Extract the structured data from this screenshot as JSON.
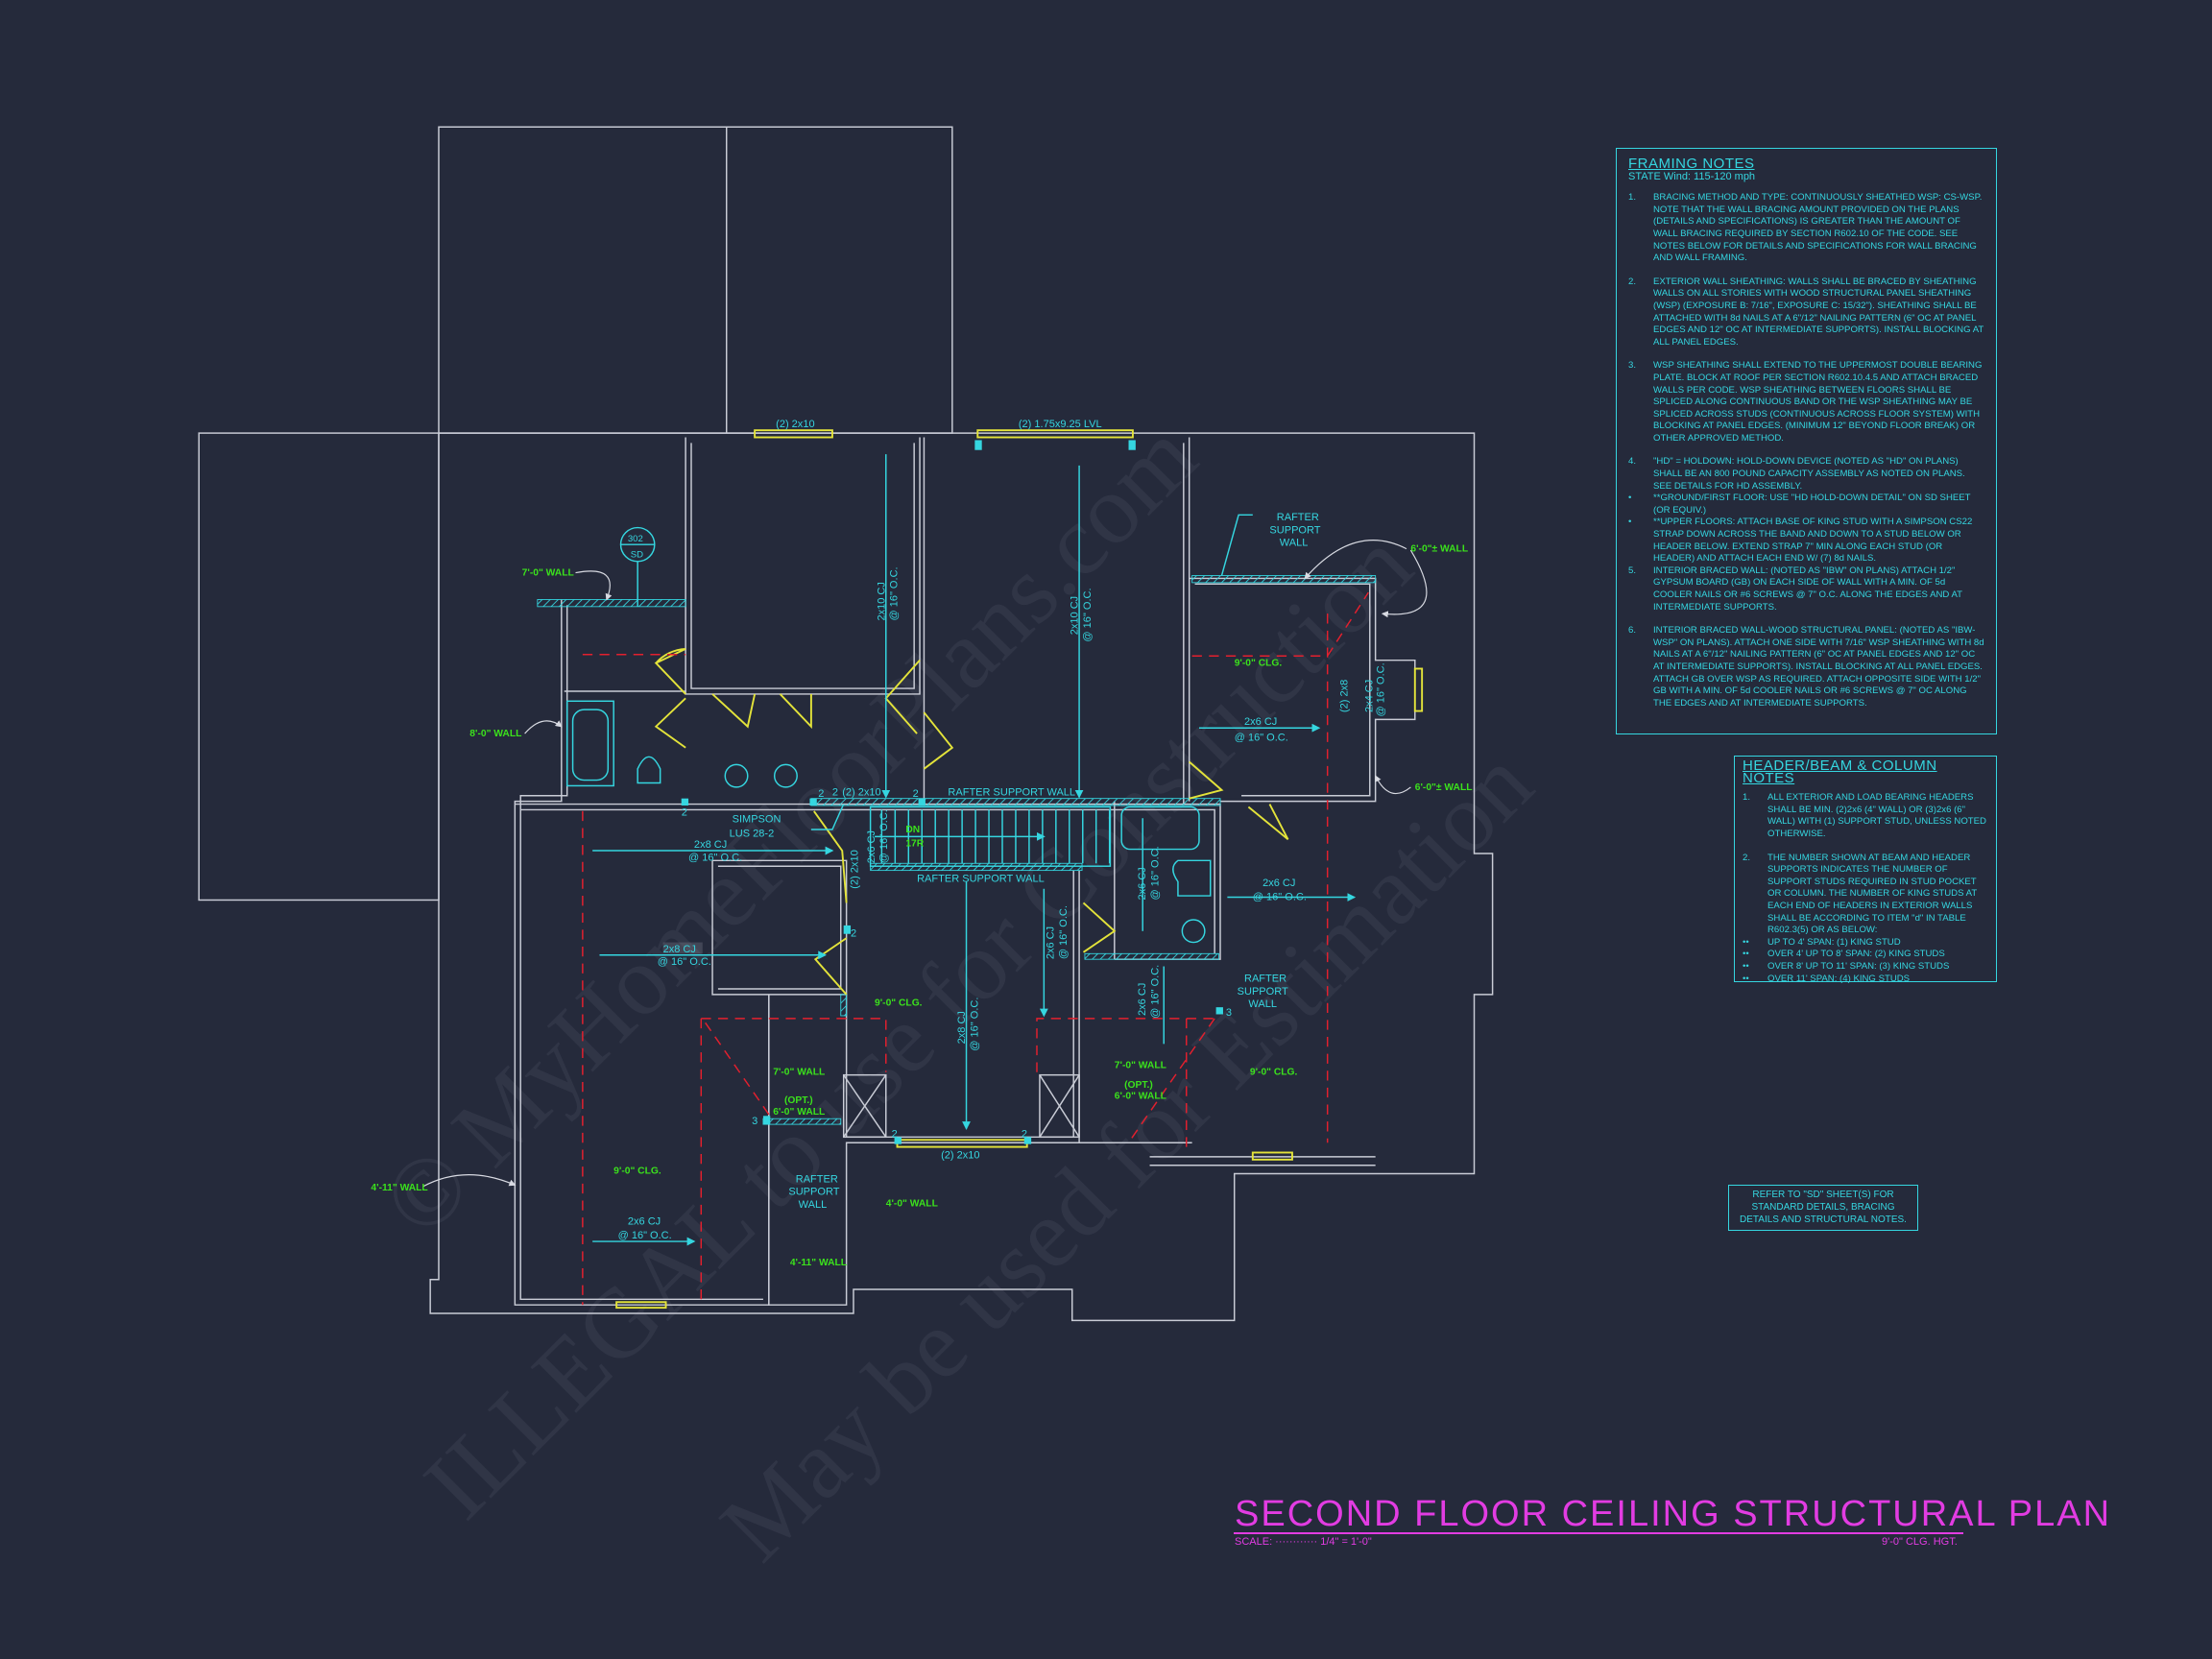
{
  "watermark": [
    "© MyHomeFloorPlans.com",
    "ILLEGAL to use for Construction",
    "May be used for Estimation"
  ],
  "plan": {
    "labels": [
      "(2) 2x10",
      "(2) 1.75x9.25 LVL",
      "302",
      "SD",
      "7'-0\" WALL",
      "8'-0\" WALL",
      "2x10 CJ",
      "@ 16\" O.C.",
      "2x10 CJ",
      "@ 16\" O.C.",
      "RAFTER",
      "SUPPORT",
      "WALL",
      "6'-0\"± WALL",
      "9'-0\" CLG.",
      "(2) 2x8",
      "2x4 CJ",
      "@ 16\" O.C.",
      "2x6 CJ",
      "@ 16\" O.C.",
      "6'-0\"± WALL",
      "(2) 2x10",
      "RAFTER SUPPORT WALL",
      "SIMPSON",
      "LUS 28-2",
      "2x8 CJ",
      "@ 16\" O.C.",
      "(2) 2x10",
      "2x6 CJ",
      "@ 16\" O.C.",
      "DN",
      "17R",
      "RAFTER SUPPORT WALL",
      "2x6 CJ",
      "@ 16\" O.C.",
      "2x6 CJ",
      "@ 16\" O.C.",
      "2x8 CJ",
      "@ 16\" O.C.",
      "2x6 CJ",
      "@ 16\" O.C.",
      "2x6 CJ",
      "@ 16\" O.C.",
      "RAFTER",
      "SUPPORT",
      "WALL",
      "9'-0\" CLG.",
      "2x8 CJ",
      "@ 16\" O.C.",
      "7'-0\" WALL",
      "(OPT.)",
      "6'-0\" WALL",
      "7'-0\" WALL",
      "(OPT.)",
      "6'-0\" WALL",
      "9'-0\" CLG.",
      "(2) 2x10",
      "4'-0\" WALL",
      "RAFTER",
      "SUPPORT",
      "WALL",
      "9'-0\" CLG.",
      "2x6 CJ",
      "@ 16\" O.C.",
      "4'-11\" WALL",
      "4'-11\" WALL",
      "2",
      "2",
      "2",
      "2",
      "2",
      "2",
      "2",
      "3",
      "3"
    ]
  },
  "framing_notes": {
    "title": "FRAMING NOTES",
    "subtitle": "STATE Wind: 115-120 mph",
    "items": [
      {
        "n": "1.",
        "text": "BRACING METHOD AND TYPE: CONTINUOUSLY SHEATHED WSP: CS-WSP. NOTE THAT THE WALL BRACING AMOUNT PROVIDED ON THE PLANS (DETAILS AND SPECIFICATIONS) IS GREATER THAN THE AMOUNT OF WALL BRACING REQUIRED BY SECTION R602.10 OF THE CODE. SEE NOTES BELOW FOR DETAILS AND SPECIFICATIONS FOR WALL BRACING AND WALL FRAMING."
      },
      {
        "n": "2.",
        "text": "EXTERIOR WALL SHEATHING: WALLS SHALL BE BRACED BY SHEATHING WALLS ON ALL STORIES WITH WOOD STRUCTURAL PANEL SHEATHING (WSP) (EXPOSURE B: 7/16\", EXPOSURE C: 15/32\"). SHEATHING SHALL BE ATTACHED WITH 8d NAILS AT A 6\"/12\" NAILING PATTERN (6\" OC AT PANEL EDGES AND 12\" OC AT INTERMEDIATE SUPPORTS). INSTALL BLOCKING AT ALL PANEL EDGES."
      },
      {
        "n": "3.",
        "text": "WSP SHEATHING SHALL EXTEND TO THE UPPERMOST DOUBLE BEARING PLATE. BLOCK AT ROOF PER SECTION R602.10.4.5 AND ATTACH BRACED WALLS PER CODE. WSP SHEATHING BETWEEN FLOORS SHALL BE SPLICED ALONG CONTINUOUS BAND OR THE WSP SHEATHING MAY BE SPLICED ACROSS STUDS (CONTINUOUS ACROSS FLOOR SYSTEM) WITH BLOCKING AT PANEL EDGES. (MINIMUM 12\" BEYOND FLOOR BREAK) OR OTHER APPROVED METHOD."
      },
      {
        "n": "4.",
        "text": "\"HD\" = HOLDOWN: HOLD-DOWN DEVICE (NOTED AS \"HD\" ON PLANS) SHALL BE AN 800 POUND CAPACITY ASSEMBLY AS NOTED ON PLANS. SEE DETAILS FOR HD ASSEMBLY."
      },
      {
        "n": "•",
        "text": "**GROUND/FIRST FLOOR: USE \"HD HOLD-DOWN DETAIL\" ON SD SHEET (OR EQUIV.)"
      },
      {
        "n": "•",
        "text": "**UPPER FLOORS: ATTACH BASE OF KING STUD WITH A SIMPSON CS22 STRAP DOWN ACROSS THE BAND AND DOWN TO A STUD BELOW OR HEADER BELOW. EXTEND STRAP 7\" MIN ALONG EACH STUD (OR HEADER) AND ATTACH EACH END W/ (7) 8d NAILS."
      },
      {
        "n": "5.",
        "text": "INTERIOR BRACED WALL: (NOTED AS \"IBW\" ON PLANS) ATTACH 1/2\" GYPSUM BOARD (GB) ON EACH SIDE OF WALL WITH A MIN. OF 5d COOLER NAILS OR #6 SCREWS @ 7\" O.C. ALONG THE EDGES AND AT INTERMEDIATE SUPPORTS."
      },
      {
        "n": "6.",
        "text": "INTERIOR BRACED WALL-WOOD STRUCTURAL PANEL: (NOTED AS \"IBW-WSP\" ON PLANS). ATTACH ONE SIDE WITH 7/16\" WSP SHEATHING WITH 8d NAILS AT A 6\"/12\" NAILING PATTERN (6\" OC AT PANEL EDGES AND 12\" OC AT INTERMEDIATE SUPPORTS). INSTALL BLOCKING AT ALL PANEL EDGES. ATTACH GB OVER WSP AS REQUIRED. ATTACH OPPOSITE SIDE WITH 1/2\" GB WITH A MIN. OF 5d COOLER NAILS OR #6 SCREWS @ 7\" OC ALONG THE EDGES AND AT INTERMEDIATE SUPPORTS."
      }
    ]
  },
  "header_notes": {
    "title": "HEADER/BEAM & COLUMN NOTES",
    "items": [
      {
        "n": "1.",
        "text": "ALL EXTERIOR AND LOAD BEARING HEADERS SHALL BE MIN. (2)2x6 (4\" WALL) OR (3)2x6 (6\" WALL) WITH (1) SUPPORT STUD, UNLESS NOTED OTHERWISE."
      },
      {
        "n": "2.",
        "text": "THE NUMBER SHOWN AT BEAM AND HEADER SUPPORTS INDICATES THE NUMBER OF SUPPORT STUDS REQUIRED IN STUD POCKET OR COLUMN. THE NUMBER OF KING STUDS AT EACH END OF HEADERS IN EXTERIOR WALLS SHALL BE ACCORDING TO ITEM \"d\" IN TABLE R602.3(5) OR AS BELOW:"
      },
      {
        "n": "••",
        "text": "UP TO 4' SPAN: (1) KING STUD"
      },
      {
        "n": "••",
        "text": "OVER 4' UP TO 8' SPAN: (2) KING STUDS"
      },
      {
        "n": "••",
        "text": "OVER 8' UP TO 11' SPAN: (3) KING STUDS"
      },
      {
        "n": "••",
        "text": "OVER 11' SPAN: (4) KING STUDS"
      }
    ]
  },
  "refer_note": "REFER TO \"SD\" SHEET(S) FOR STANDARD DETAILS, BRACING DETAILS AND STRUCTURAL NOTES.",
  "title_block": {
    "title": "SECOND FLOOR CEILING STRUCTURAL PLAN",
    "scale": "SCALE: ············ 1/4\" = 1'-0\"",
    "ceiling_height": "9'-0\" CLG. HGT."
  }
}
